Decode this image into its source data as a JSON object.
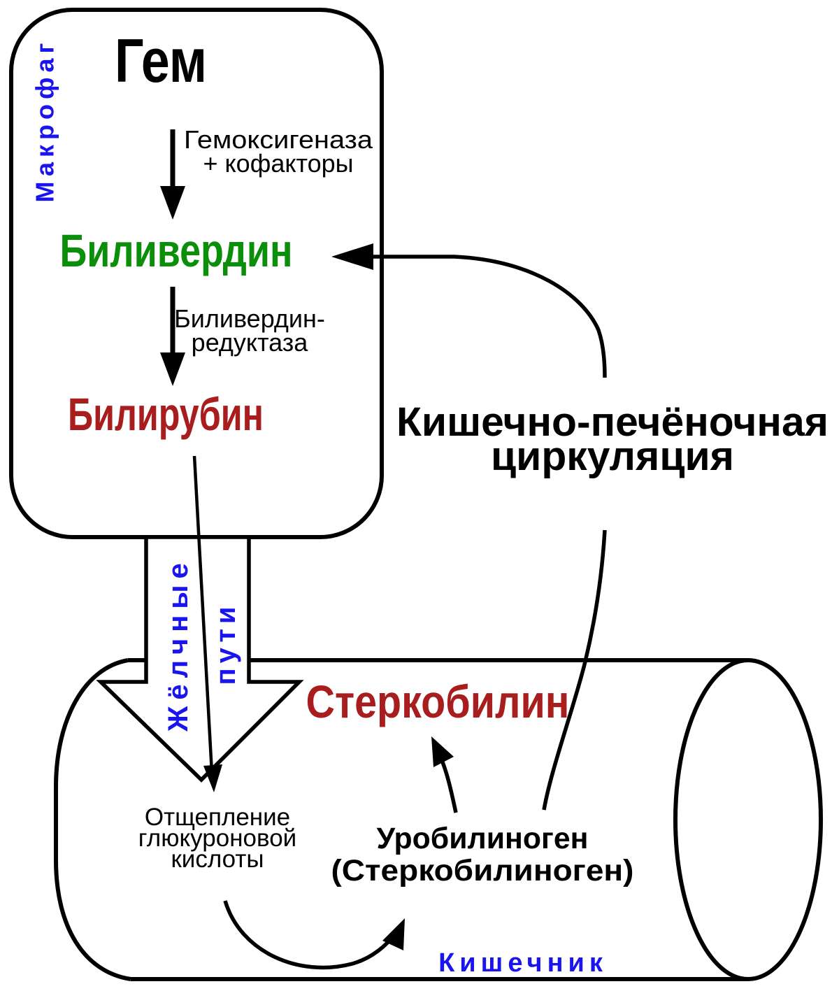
{
  "diagram": {
    "title_lines": [
      "Кишечно-печёночная",
      "циркуляция"
    ],
    "macrophage_label": "Макрофаг",
    "heme": "Гем",
    "heme_oxygenase_lines": [
      "Гемоксигеназа",
      "+ кофакторы"
    ],
    "biliverdin": "Биливердин",
    "biliverdin_reductase_lines": [
      "Биливердин-",
      "редуктаза"
    ],
    "bilirubin": "Билирубин",
    "bile_ducts_lines": [
      "Жёлчные",
      "пути"
    ],
    "stercobilin": "Стеркобилин",
    "urobilinogen_lines": [
      "Уробилиноген",
      "(Стеркобилиноген)"
    ],
    "deconjugation_lines": [
      "Отщепление",
      "глюкуроновой",
      "кислоты"
    ],
    "intestine_label": "Кишечник"
  },
  "colors": {
    "text_black": "#000000",
    "green": "#0b8f0b",
    "dark_red": "#a81d1d",
    "blue": "#1a15ef",
    "background": "#ffffff",
    "line": "#000000"
  }
}
